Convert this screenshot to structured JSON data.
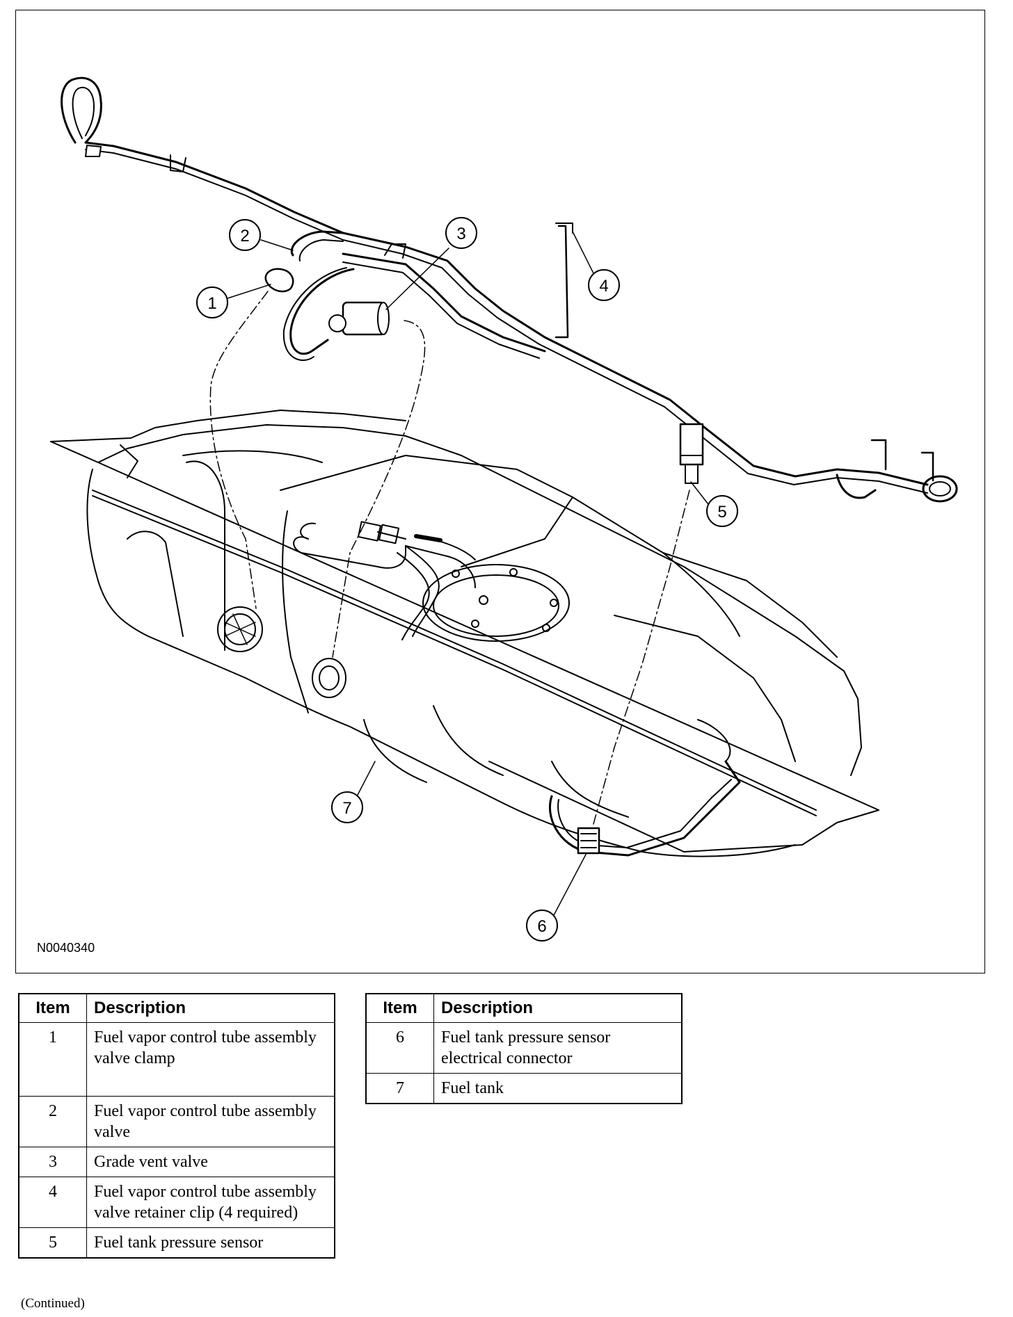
{
  "figure": {
    "id": "N0040340",
    "callouts": [
      "1",
      "2",
      "3",
      "4",
      "5",
      "6",
      "7"
    ]
  },
  "legend_headers": {
    "item": "Item",
    "description": "Description"
  },
  "legend_left": [
    {
      "item": "1",
      "description": "Fuel vapor control tube assembly valve clamp"
    },
    {
      "item": "2",
      "description": "Fuel vapor control tube assembly valve"
    },
    {
      "item": "3",
      "description": "Grade vent valve"
    },
    {
      "item": "4",
      "description": "Fuel vapor control tube assembly valve retainer clip (4 required)"
    },
    {
      "item": "5",
      "description": "Fuel tank pressure sensor"
    }
  ],
  "legend_right": [
    {
      "item": "6",
      "description": "Fuel tank pressure sensor electrical connector"
    },
    {
      "item": "7",
      "description": "Fuel tank"
    }
  ],
  "footer": {
    "continued": "(Continued)"
  }
}
